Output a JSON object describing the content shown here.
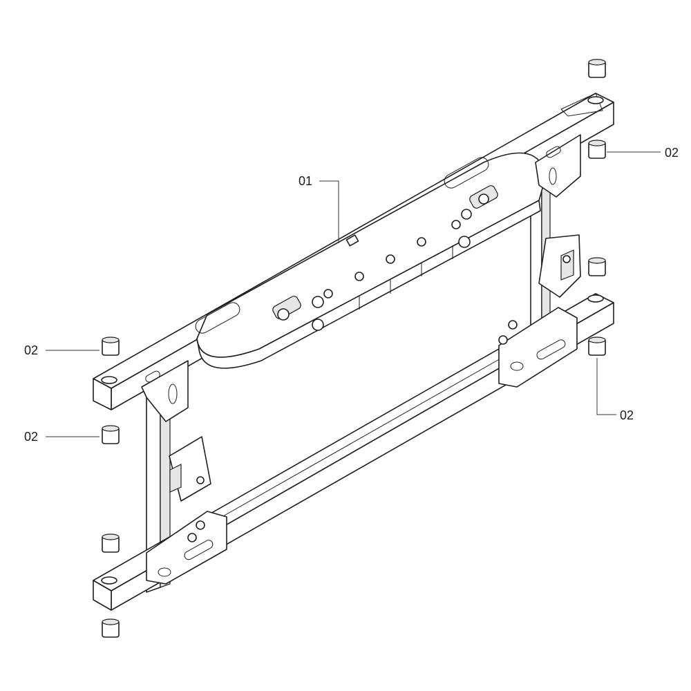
{
  "callouts": {
    "frame": "01",
    "foot_top_right": "02",
    "foot_left": "02",
    "foot_left_lower": "02",
    "foot_right_lower": "02"
  },
  "colors": {
    "line": "#1e1e1e",
    "background": "#ffffff",
    "shade": "#e6e6e6"
  }
}
